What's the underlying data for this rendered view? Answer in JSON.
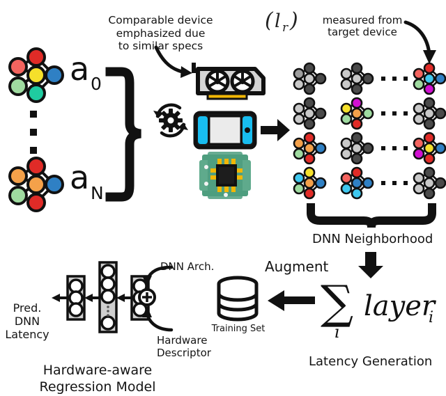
{
  "figure": {
    "title": "Hardware-aware latency prediction pipeline",
    "annotations": {
      "comparable_device": "Comparable device\nemphasized due\nto similar specs",
      "latency_symbol": "(l_r)",
      "measured_from": "measured from\ntarget device"
    },
    "labels": {
      "arch_first": "a",
      "arch_first_sub": "0",
      "arch_last": "a",
      "arch_last_sub": "N",
      "dnn_neighborhood": "DNN Neighborhood",
      "augment": "Augment",
      "training_set": "Training Set",
      "latency_generation": "Latency Generation",
      "sum_symbol": "∑",
      "sum_index": "i",
      "sum_body": "layer",
      "sum_body_sub": "i",
      "pred_latency": "Pred. DNN\nLatency",
      "dnn_arch": "DNN Arch.",
      "hardware_descriptor": "Hardware\nDescriptor",
      "regression_model": "Hardware-aware\nRegression Model",
      "plus_sign": "+",
      "vertical_dots": "▪"
    },
    "devices": [
      {
        "name": "gpu-card",
        "label": "GPU graphics card",
        "accent": "#f2b705",
        "body": "#d4d4d4"
      },
      {
        "name": "handheld-console",
        "label": "Handheld game console",
        "accent": "#18bdf0",
        "body": "#ebebeb"
      },
      {
        "name": "soc-board",
        "label": "System on chip board",
        "accent": "#4e9e7f",
        "body": "#f2b705"
      }
    ],
    "icons": {
      "refresh_gear": "refresh-gear-icon",
      "database": "database-icon",
      "arrow_right": "arrow-right-icon",
      "arrow_down": "arrow-down-icon",
      "arrow_left": "arrow-left-icon",
      "curved_arrow": "curved-arrow-icon",
      "brace_right": "curly-brace-icon",
      "brace_down": "underbrace-icon"
    }
  },
  "palette": {
    "red": "#e02b27",
    "salmon": "#f4645f",
    "orange": "#f4a14a",
    "yellow": "#f5e02b",
    "gold": "#f0d92b",
    "green_light": "#9fdba0",
    "teal": "#1fcba0",
    "blue": "#2f80c4",
    "cyan": "#3fc8ef",
    "magenta": "#d110d1",
    "gray_dark": "#4a4a4a",
    "gray_mid": "#9e9e9e",
    "gray_light": "#c9c9c9",
    "outline": "#111111"
  },
  "chart_data": {
    "type": "diagram",
    "title": "Hardware-aware latency prediction pipeline",
    "source_architectures": [
      {
        "id": "a_0",
        "nodes": [
          "salmon",
          "red",
          "green_light",
          "yellow",
          "teal",
          "blue"
        ]
      },
      {
        "id": "a_N",
        "nodes": [
          "orange",
          "red",
          "green_light",
          "orange",
          "red",
          "blue"
        ]
      }
    ],
    "neighborhood_grid": {
      "rows": 4,
      "cols": 3,
      "col_gap_label": "…",
      "cells": [
        {
          "row": 0,
          "col": 0,
          "nodes": [
            "gray_mid",
            "gray_dark",
            "gray_light",
            "gray_light",
            "gray_dark",
            "gray_dark"
          ]
        },
        {
          "row": 0,
          "col": 1,
          "nodes": [
            "gray_light",
            "gray_dark",
            "gray_light",
            "gray_light",
            "gray_dark",
            "gray_dark"
          ]
        },
        {
          "row": 0,
          "col": 2,
          "nodes": [
            "salmon",
            "red",
            "green_light",
            "cyan",
            "magenta",
            "blue"
          ]
        },
        {
          "row": 1,
          "col": 0,
          "nodes": [
            "gray_light",
            "gray_dark",
            "gray_light",
            "gray_light",
            "gray_dark",
            "gray_dark"
          ]
        },
        {
          "row": 1,
          "col": 1,
          "nodes": [
            "yellow",
            "magenta",
            "green_light",
            "orange",
            "red",
            "green_light"
          ]
        },
        {
          "row": 1,
          "col": 2,
          "nodes": [
            "gray_light",
            "gray_dark",
            "gray_light",
            "gray_light",
            "gray_dark",
            "gray_dark"
          ]
        },
        {
          "row": 2,
          "col": 0,
          "nodes": [
            "orange",
            "red",
            "green_light",
            "orange",
            "red",
            "blue"
          ]
        },
        {
          "row": 2,
          "col": 1,
          "nodes": [
            "gray_light",
            "gray_dark",
            "gray_light",
            "gray_light",
            "gray_dark",
            "gray_dark"
          ]
        },
        {
          "row": 2,
          "col": 2,
          "nodes": [
            "salmon",
            "red",
            "magenta",
            "yellow",
            "red",
            "blue"
          ]
        },
        {
          "row": 3,
          "col": 0,
          "nodes": [
            "cyan",
            "yellow",
            "green_light",
            "orange",
            "red",
            "blue"
          ]
        },
        {
          "row": 3,
          "col": 1,
          "nodes": [
            "salmon",
            "red",
            "cyan",
            "blue",
            "cyan",
            "blue"
          ]
        },
        {
          "row": 3,
          "col": 2,
          "nodes": [
            "gray_light",
            "gray_dark",
            "gray_light",
            "gray_light",
            "gray_dark",
            "gray_dark"
          ]
        }
      ]
    },
    "regression_model": {
      "layers": [
        {
          "name": "output-layer",
          "units": 3
        },
        {
          "name": "hidden-layer",
          "units": 5
        },
        {
          "name": "input-layer",
          "units": 3
        }
      ],
      "inputs": [
        "DNN Arch.",
        "Hardware Descriptor"
      ],
      "output": "Pred. DNN Latency"
    },
    "flow": [
      "architectures a_0..a_N",
      "device selection (comparable device emphasized)",
      "DNN Neighborhood",
      "Latency Generation (sum of layer_i)",
      "Augment Training Set",
      "Hardware-aware Regression Model",
      "Pred. DNN Latency"
    ]
  }
}
